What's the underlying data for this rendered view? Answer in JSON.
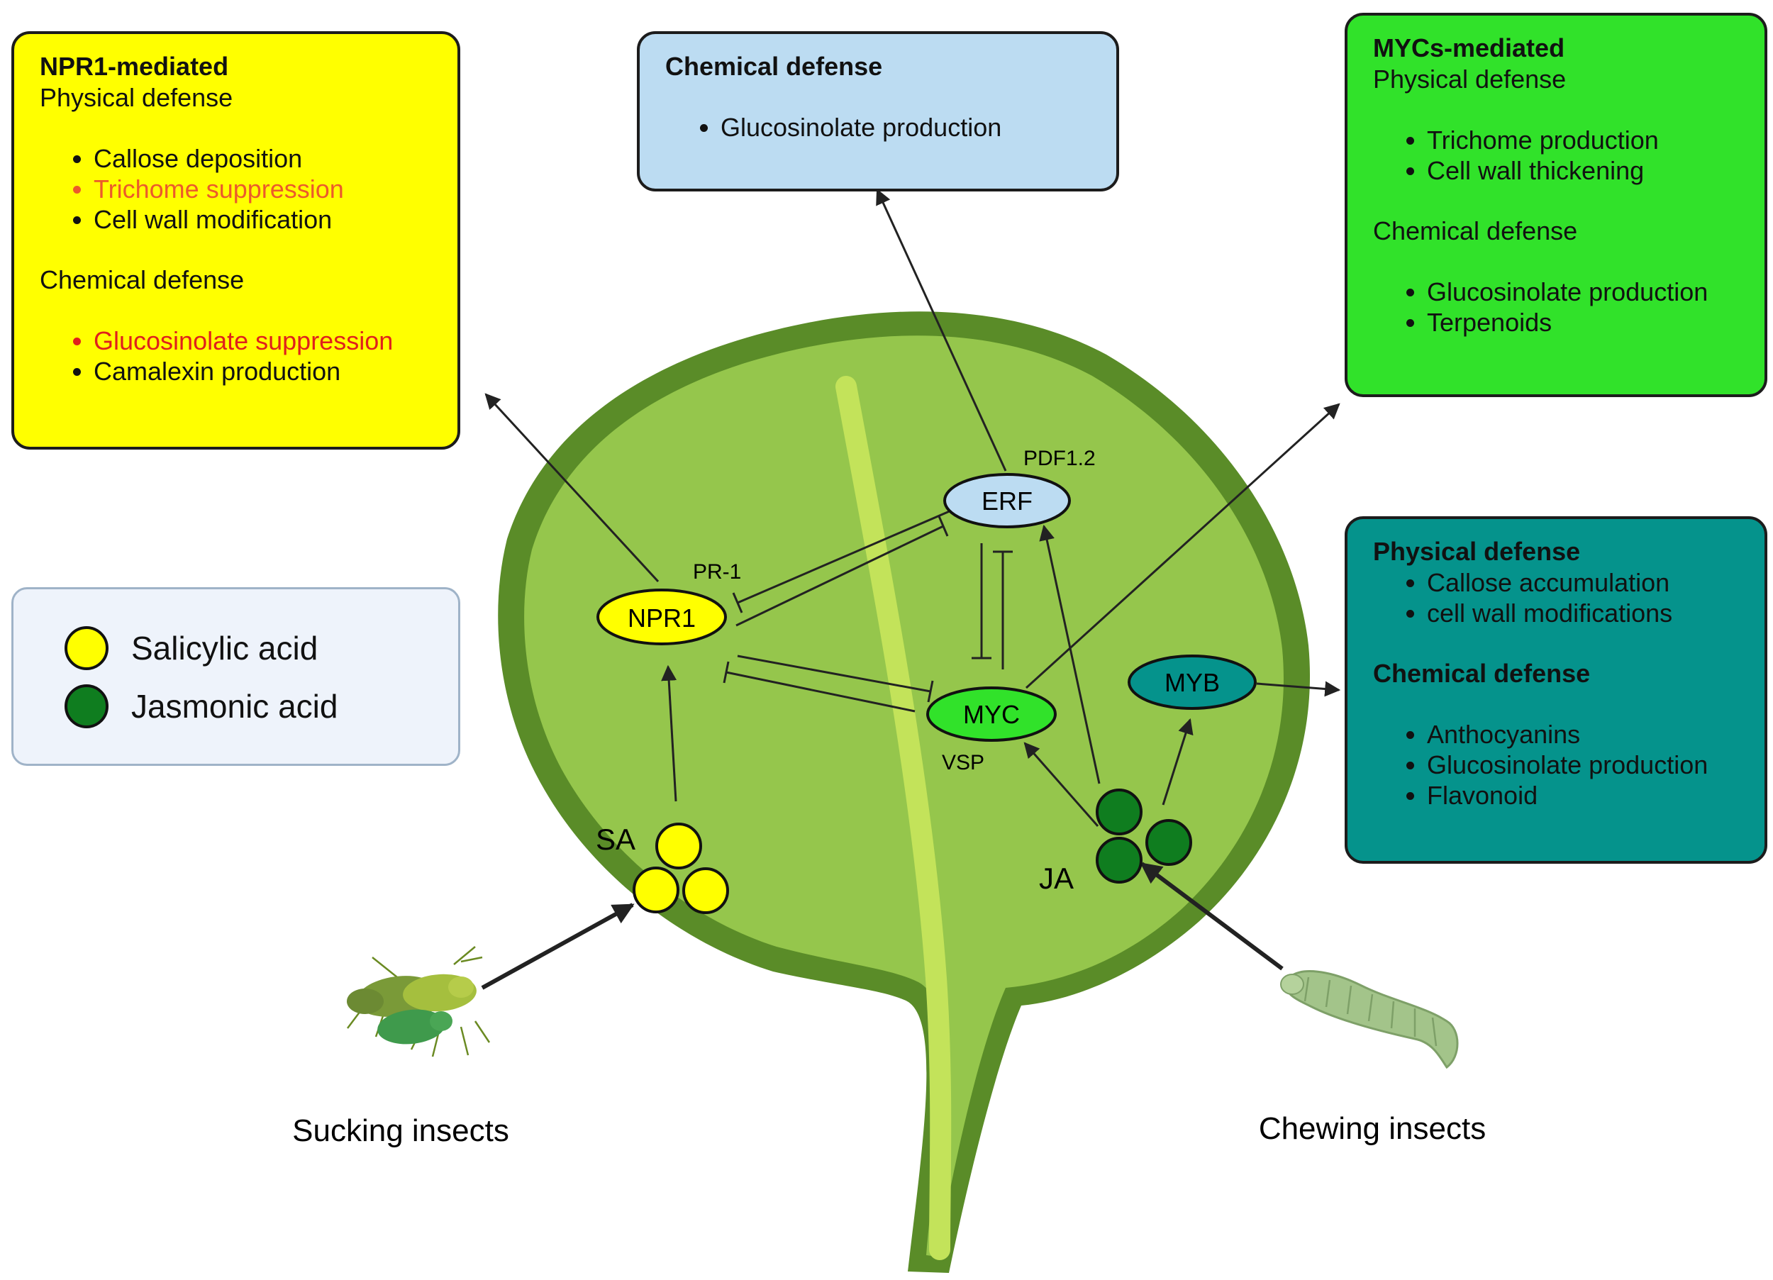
{
  "boxes": {
    "npr1": {
      "title": "NPR1-mediated",
      "physical_heading": "Physical defense",
      "physical_items": [
        "Callose deposition",
        "Trichome suppression",
        "Cell wall modification"
      ],
      "chemical_heading": "Chemical defense",
      "chemical_items": [
        "Glucosinolate suppression",
        "Camalexin production"
      ],
      "colors": {
        "fill": "#ffff00",
        "suppression_text": "#e0201c"
      }
    },
    "erf": {
      "title": "Chemical defense",
      "items": [
        "Glucosinolate production"
      ],
      "colors": {
        "fill": "#bcdcf2"
      }
    },
    "myc": {
      "title": "MYCs-mediated",
      "physical_heading": "Physical defense",
      "physical_items": [
        "Trichome production",
        "Cell wall thickening"
      ],
      "chemical_heading": "Chemical defense",
      "chemical_items": [
        "Glucosinolate production",
        "Terpenoids"
      ],
      "colors": {
        "fill": "#31e22a"
      }
    },
    "myb": {
      "physical_title": "Physical defense",
      "physical_items": [
        "Callose accumulation",
        "cell wall modifications"
      ],
      "chemical_title": "Chemical defense",
      "chemical_items": [
        "Anthocyanins",
        "Glucosinolate production",
        "Flavonoid"
      ],
      "colors": {
        "fill": "#05938c"
      }
    }
  },
  "legend": {
    "items": [
      {
        "label": "Salicylic acid",
        "color": "#ffff00"
      },
      {
        "label": "Jasmonic acid",
        "color": "#0f7d1f"
      }
    ]
  },
  "nodes": {
    "npr1": {
      "label": "NPR1",
      "marker": "PR-1",
      "color": "#ffff00"
    },
    "erf": {
      "label": "ERF",
      "marker": "PDF1.2",
      "color": "#bcdcf2"
    },
    "myc": {
      "label": "MYC",
      "marker": "VSP",
      "color": "#31e22a"
    },
    "myb": {
      "label": "MYB",
      "color": "#05938c"
    }
  },
  "hormones": {
    "sa_label": "SA",
    "ja_label": "JA"
  },
  "insects": {
    "sucking_label": "Sucking insects",
    "chewing_label": "Chewing insects"
  },
  "leaf_colors": {
    "outer": "#5a8c28",
    "inner": "#95c64c",
    "vein": "#c3e35a"
  }
}
